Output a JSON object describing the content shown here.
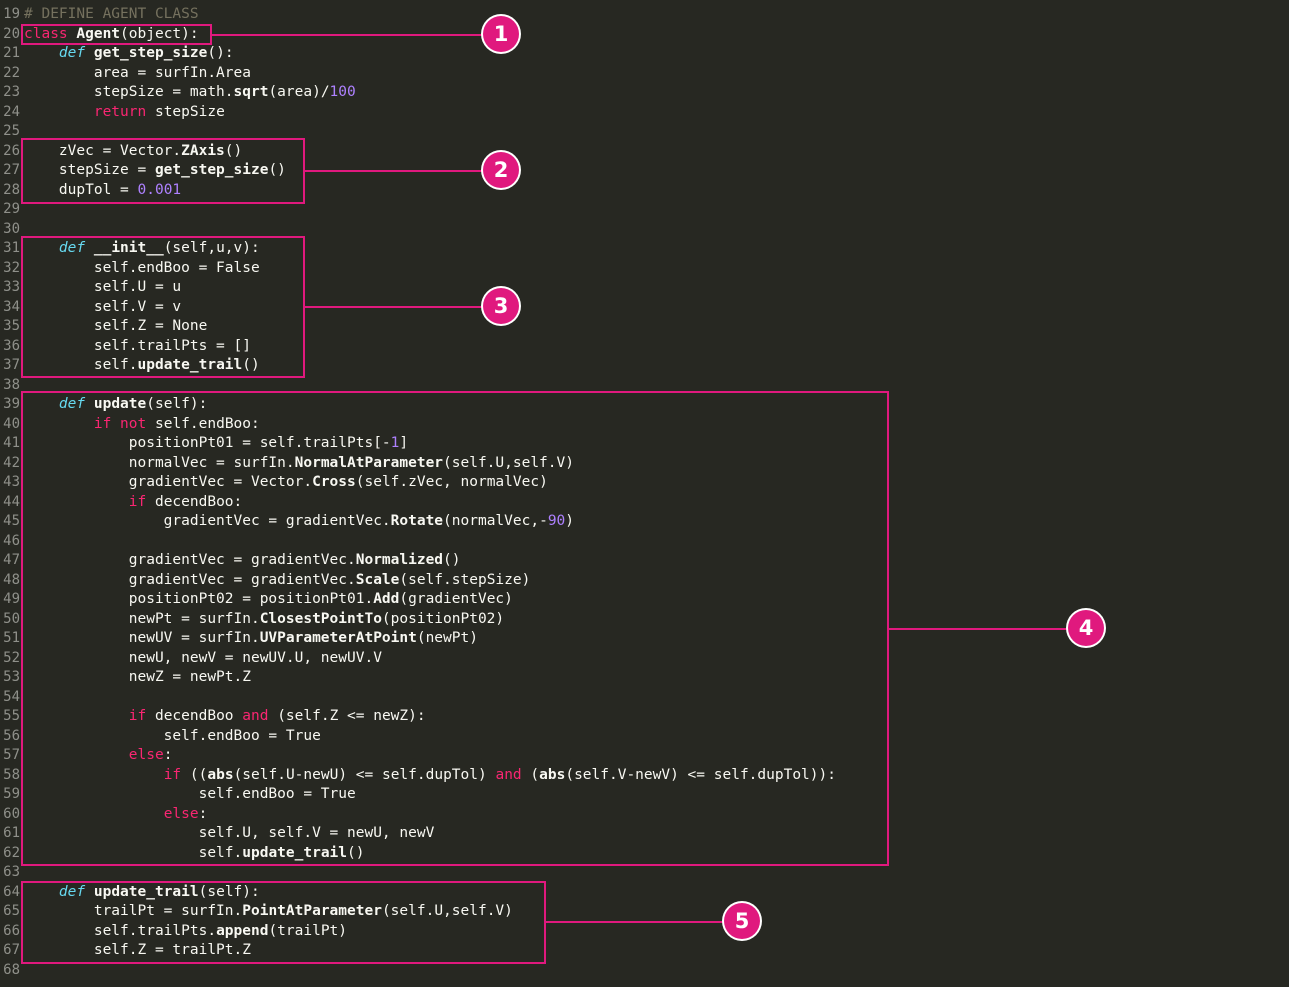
{
  "colors": {
    "background": "#272822",
    "annotation": "#e0197e",
    "keyword": "#f92672",
    "def_keyword": "#66d9ef",
    "number": "#ae81ff",
    "comment": "#75715e",
    "line_number": "#8f908a",
    "text": "#f8f8f2"
  },
  "lines": [
    {
      "n": "19",
      "tokens": [
        [
          "c",
          "# DEFINE AGENT CLASS"
        ]
      ]
    },
    {
      "n": "20",
      "tokens": [
        [
          "k",
          "class"
        ],
        [
          "t",
          " "
        ],
        [
          "f",
          "Agent"
        ],
        [
          "t",
          "(object):"
        ]
      ]
    },
    {
      "n": "21",
      "tokens": [
        [
          "t",
          "    "
        ],
        [
          "d",
          "def"
        ],
        [
          "t",
          " "
        ],
        [
          "f",
          "get_step_size"
        ],
        [
          "t",
          "():"
        ]
      ]
    },
    {
      "n": "22",
      "tokens": [
        [
          "t",
          "        area = surfIn.Area"
        ]
      ]
    },
    {
      "n": "23",
      "tokens": [
        [
          "t",
          "        stepSize = math."
        ],
        [
          "f",
          "sqrt"
        ],
        [
          "t",
          "(area)/"
        ],
        [
          "n",
          "100"
        ]
      ]
    },
    {
      "n": "24",
      "tokens": [
        [
          "t",
          "        "
        ],
        [
          "k",
          "return"
        ],
        [
          "t",
          " stepSize"
        ]
      ]
    },
    {
      "n": "25",
      "tokens": []
    },
    {
      "n": "26",
      "tokens": [
        [
          "t",
          "    zVec = Vector."
        ],
        [
          "f",
          "ZAxis"
        ],
        [
          "t",
          "()"
        ]
      ]
    },
    {
      "n": "27",
      "tokens": [
        [
          "t",
          "    stepSize = "
        ],
        [
          "f",
          "get_step_size"
        ],
        [
          "t",
          "()"
        ]
      ]
    },
    {
      "n": "28",
      "tokens": [
        [
          "t",
          "    dupTol = "
        ],
        [
          "n",
          "0.001"
        ]
      ]
    },
    {
      "n": "29",
      "tokens": []
    },
    {
      "n": "30",
      "tokens": []
    },
    {
      "n": "31",
      "tokens": [
        [
          "t",
          "    "
        ],
        [
          "d",
          "def"
        ],
        [
          "t",
          " "
        ],
        [
          "f",
          "__init__"
        ],
        [
          "t",
          "(self,u,v):"
        ]
      ]
    },
    {
      "n": "32",
      "tokens": [
        [
          "t",
          "        self.endBoo = False"
        ]
      ]
    },
    {
      "n": "33",
      "tokens": [
        [
          "t",
          "        self.U = u"
        ]
      ]
    },
    {
      "n": "34",
      "tokens": [
        [
          "t",
          "        self.V = v"
        ]
      ]
    },
    {
      "n": "35",
      "tokens": [
        [
          "t",
          "        self.Z = None"
        ]
      ]
    },
    {
      "n": "36",
      "tokens": [
        [
          "t",
          "        self.trailPts = []"
        ]
      ]
    },
    {
      "n": "37",
      "tokens": [
        [
          "t",
          "        self."
        ],
        [
          "f",
          "update_trail"
        ],
        [
          "t",
          "()"
        ]
      ]
    },
    {
      "n": "38",
      "tokens": []
    },
    {
      "n": "39",
      "tokens": [
        [
          "t",
          "    "
        ],
        [
          "d",
          "def"
        ],
        [
          "t",
          " "
        ],
        [
          "f",
          "update"
        ],
        [
          "t",
          "(self):"
        ]
      ]
    },
    {
      "n": "40",
      "tokens": [
        [
          "t",
          "        "
        ],
        [
          "k",
          "if"
        ],
        [
          "t",
          " "
        ],
        [
          "k",
          "not"
        ],
        [
          "t",
          " self.endBoo:"
        ]
      ]
    },
    {
      "n": "41",
      "tokens": [
        [
          "t",
          "            positionPt01 = self.trailPts[-"
        ],
        [
          "n",
          "1"
        ],
        [
          "t",
          "]"
        ]
      ]
    },
    {
      "n": "42",
      "tokens": [
        [
          "t",
          "            normalVec = surfIn."
        ],
        [
          "f",
          "NormalAtParameter"
        ],
        [
          "t",
          "(self.U,self.V)"
        ]
      ]
    },
    {
      "n": "43",
      "tokens": [
        [
          "t",
          "            gradientVec = Vector."
        ],
        [
          "f",
          "Cross"
        ],
        [
          "t",
          "(self.zVec, normalVec)"
        ]
      ]
    },
    {
      "n": "44",
      "tokens": [
        [
          "t",
          "            "
        ],
        [
          "k",
          "if"
        ],
        [
          "t",
          " decendBoo:"
        ]
      ]
    },
    {
      "n": "45",
      "tokens": [
        [
          "t",
          "                gradientVec = gradientVec."
        ],
        [
          "f",
          "Rotate"
        ],
        [
          "t",
          "(normalVec,-"
        ],
        [
          "n",
          "90"
        ],
        [
          "t",
          ")"
        ]
      ]
    },
    {
      "n": "46",
      "tokens": []
    },
    {
      "n": "47",
      "tokens": [
        [
          "t",
          "            gradientVec = gradientVec."
        ],
        [
          "f",
          "Normalized"
        ],
        [
          "t",
          "()"
        ]
      ]
    },
    {
      "n": "48",
      "tokens": [
        [
          "t",
          "            gradientVec = gradientVec."
        ],
        [
          "f",
          "Scale"
        ],
        [
          "t",
          "(self.stepSize)"
        ]
      ]
    },
    {
      "n": "49",
      "tokens": [
        [
          "t",
          "            positionPt02 = positionPt01."
        ],
        [
          "f",
          "Add"
        ],
        [
          "t",
          "(gradientVec)"
        ]
      ]
    },
    {
      "n": "50",
      "tokens": [
        [
          "t",
          "            newPt = surfIn."
        ],
        [
          "f",
          "ClosestPointTo"
        ],
        [
          "t",
          "(positionPt02)"
        ]
      ]
    },
    {
      "n": "51",
      "tokens": [
        [
          "t",
          "            newUV = surfIn."
        ],
        [
          "f",
          "UVParameterAtPoint"
        ],
        [
          "t",
          "(newPt)"
        ]
      ]
    },
    {
      "n": "52",
      "tokens": [
        [
          "t",
          "            newU, newV = newUV.U, newUV.V"
        ]
      ]
    },
    {
      "n": "53",
      "tokens": [
        [
          "t",
          "            newZ = newPt.Z"
        ]
      ]
    },
    {
      "n": "54",
      "tokens": []
    },
    {
      "n": "55",
      "tokens": [
        [
          "t",
          "            "
        ],
        [
          "k",
          "if"
        ],
        [
          "t",
          " decendBoo "
        ],
        [
          "k",
          "and"
        ],
        [
          "t",
          " (self.Z <= newZ):"
        ]
      ]
    },
    {
      "n": "56",
      "tokens": [
        [
          "t",
          "                self.endBoo = True"
        ]
      ]
    },
    {
      "n": "57",
      "tokens": [
        [
          "t",
          "            "
        ],
        [
          "k",
          "else"
        ],
        [
          "t",
          ":"
        ]
      ]
    },
    {
      "n": "58",
      "tokens": [
        [
          "t",
          "                "
        ],
        [
          "k",
          "if"
        ],
        [
          "t",
          " (("
        ],
        [
          "f",
          "abs"
        ],
        [
          "t",
          "(self.U-newU) <= self.dupTol) "
        ],
        [
          "k",
          "and"
        ],
        [
          "t",
          " ("
        ],
        [
          "f",
          "abs"
        ],
        [
          "t",
          "(self.V-newV) <= self.dupTol)):"
        ]
      ]
    },
    {
      "n": "59",
      "tokens": [
        [
          "t",
          "                    self.endBoo = True"
        ]
      ]
    },
    {
      "n": "60",
      "tokens": [
        [
          "t",
          "                "
        ],
        [
          "k",
          "else"
        ],
        [
          "t",
          ":"
        ]
      ]
    },
    {
      "n": "61",
      "tokens": [
        [
          "t",
          "                    self.U, self.V = newU, newV"
        ]
      ]
    },
    {
      "n": "62",
      "tokens": [
        [
          "t",
          "                    self."
        ],
        [
          "f",
          "update_trail"
        ],
        [
          "t",
          "()"
        ]
      ]
    },
    {
      "n": "63",
      "tokens": []
    },
    {
      "n": "64",
      "tokens": [
        [
          "t",
          "    "
        ],
        [
          "d",
          "def"
        ],
        [
          "t",
          " "
        ],
        [
          "f",
          "update_trail"
        ],
        [
          "t",
          "(self):"
        ]
      ]
    },
    {
      "n": "65",
      "tokens": [
        [
          "t",
          "        trailPt = surfIn."
        ],
        [
          "f",
          "PointAtParameter"
        ],
        [
          "t",
          "(self.U,self.V)"
        ]
      ]
    },
    {
      "n": "66",
      "tokens": [
        [
          "t",
          "        self.trailPts."
        ],
        [
          "f",
          "append"
        ],
        [
          "t",
          "(trailPt)"
        ]
      ]
    },
    {
      "n": "67",
      "tokens": [
        [
          "t",
          "        self.Z = trailPt.Z"
        ]
      ]
    },
    {
      "n": "68",
      "tokens": []
    }
  ],
  "annotations": [
    {
      "label": "1"
    },
    {
      "label": "2"
    },
    {
      "label": "3"
    },
    {
      "label": "4"
    },
    {
      "label": "5"
    }
  ]
}
